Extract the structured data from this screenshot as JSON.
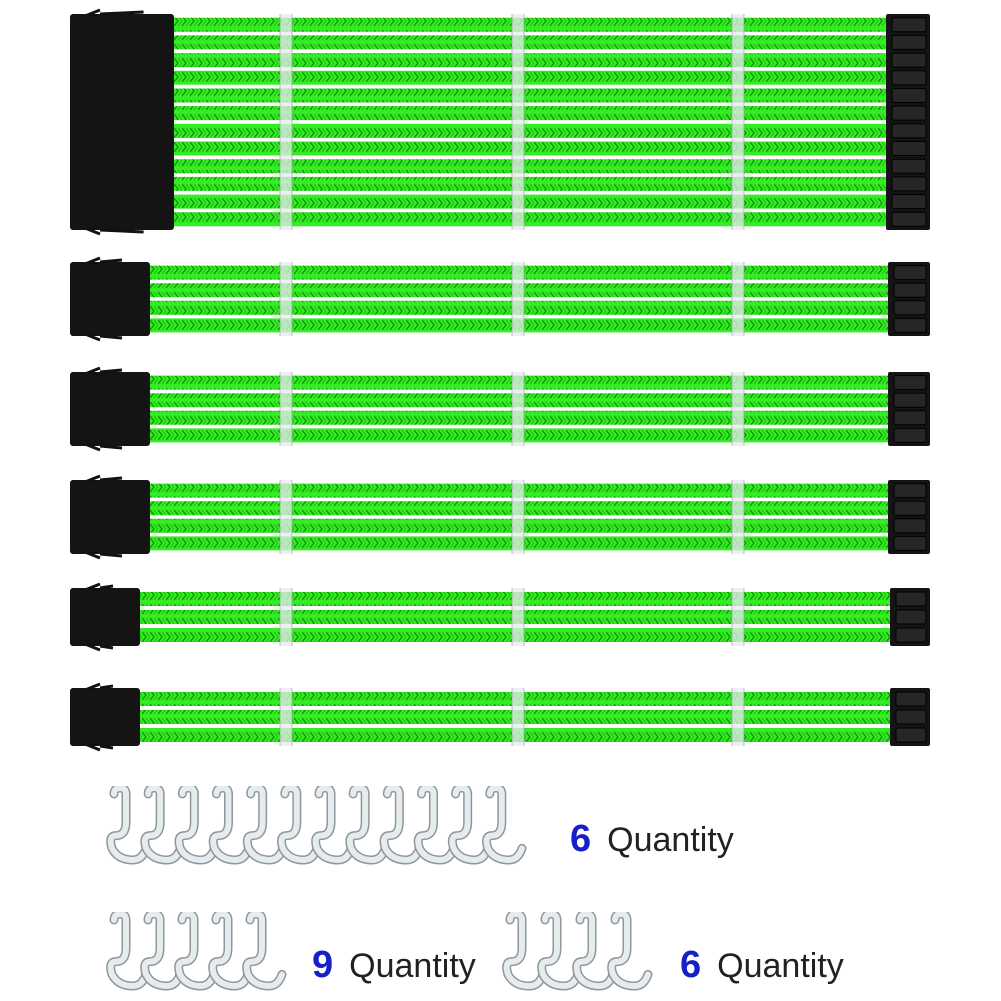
{
  "colors": {
    "wire": "#33ee22",
    "wire_shade": "#1fc412",
    "wire_stripe": "#168f0c",
    "gap": "#ffffff",
    "connector": "#141414",
    "clip": "#e6ebee",
    "clip_edge": "#8e979c",
    "number": "#1520c8"
  },
  "cables": [
    {
      "name": "24-pin",
      "wires": 12
    },
    {
      "name": "8-pin-a",
      "wires": 4
    },
    {
      "name": "8-pin-b",
      "wires": 4
    },
    {
      "name": "8-pin-c",
      "wires": 4
    },
    {
      "name": "6-pin-a",
      "wires": 3
    },
    {
      "name": "6-pin-b",
      "wires": 3
    }
  ],
  "combs": {
    "large": {
      "quantity_number": "6",
      "quantity_text": "Quantity",
      "slots": 12
    },
    "medium": {
      "quantity_number": "9",
      "quantity_text": "Quantity",
      "slots": 5
    },
    "small": {
      "quantity_number": "6",
      "quantity_text": "Quantity",
      "slots": 4
    }
  }
}
